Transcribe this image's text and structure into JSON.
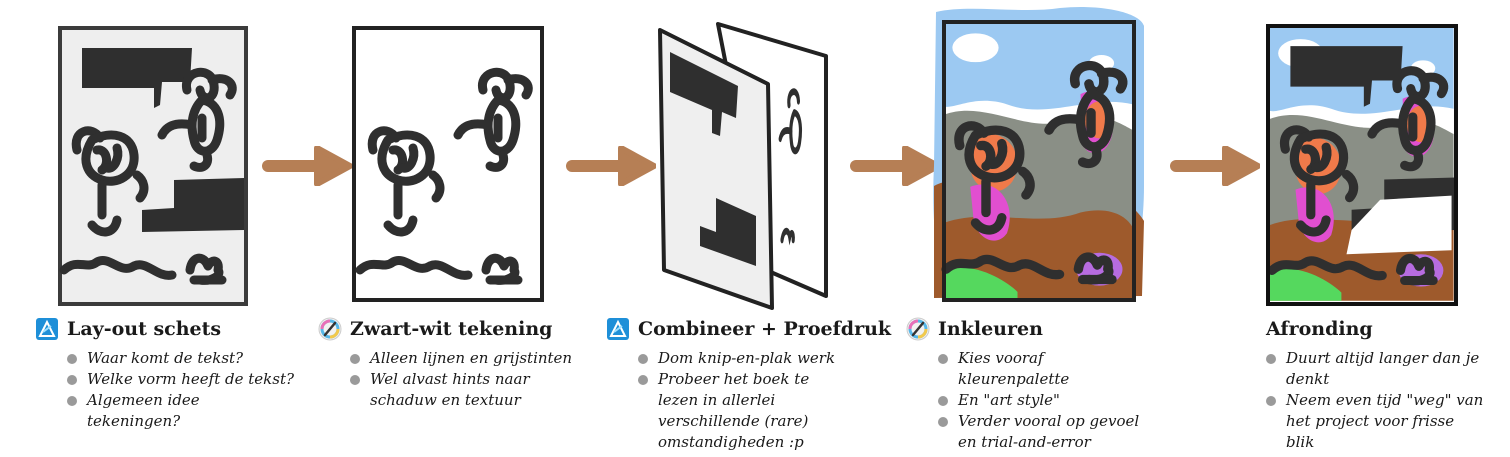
{
  "colors": {
    "frame": "#3b3b3b",
    "ink": "#2f2f2f",
    "arrow": "#b67f55",
    "sketch_bg": "#eeeeee",
    "sky": "#9cc9f2",
    "skin": "#f07a4a",
    "pink": "#e14fd0",
    "rock": "#8a8f86",
    "earth": "#9e5a2c",
    "grass": "#55d85e",
    "purple": "#b76ce0"
  },
  "icons": {
    "affinity": "affinity-designer-icon",
    "krita": "krita-icon"
  },
  "steps": [
    {
      "title": "Lay-out schets",
      "icon": "affinity-designer-icon",
      "bullets": [
        "Waar komt de tekst?",
        "Welke vorm heeft de tekst?",
        "Algemeen idee tekeningen?"
      ]
    },
    {
      "title": "Zwart-wit tekening",
      "icon": "krita-icon",
      "bullets": [
        "Alleen lijnen en grijstinten",
        "Wel alvast hints naar schaduw en textuur"
      ]
    },
    {
      "title": "Combineer + Proefdruk",
      "icon": "affinity-designer-icon",
      "bullets": [
        "Dom knip-en-plak werk",
        "Probeer het boek te lezen in allerlei verschillende (rare) omstandigheden :p"
      ]
    },
    {
      "title": "Inkleuren",
      "icon": "krita-icon",
      "bullets": [
        "Kies vooraf kleurenpalette",
        "En \"art style\"",
        "Verder vooral op gevoel en trial-and-error"
      ]
    },
    {
      "title": "Afronding",
      "icon": "none",
      "bullets": [
        "Duurt altijd langer dan je denkt",
        "Neem even tijd \"weg\" van het project voor frisse blik"
      ]
    }
  ]
}
